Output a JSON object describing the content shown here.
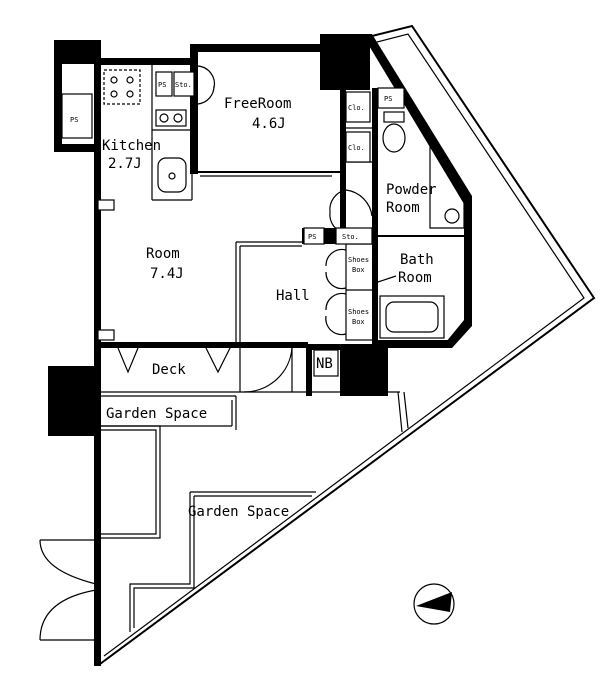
{
  "rooms": {
    "free_room": "FreeRoom",
    "free_room_size": "4.6J",
    "kitchen": "Kitchen",
    "kitchen_size": "2.7J",
    "room": "Room",
    "room_size": "7.4J",
    "hall": "Hall",
    "powder_room_1": "Powder",
    "powder_room_2": "Room",
    "bath_room_1": "Bath",
    "bath_room_2": "Room",
    "deck": "Deck",
    "garden_space_1": "Garden Space",
    "garden_space_2": "Garden Space",
    "nb": "NB"
  },
  "small_labels": {
    "ps_left": "PS",
    "ps_kitchen": "PS",
    "ps_top_right": "PS",
    "ps_hall": "PS",
    "sto_top": "Sto.",
    "sto_hall": "Sto.",
    "clo_1": "Clo.",
    "clo_2": "Clo.",
    "shoes_box_1a": "Shoes",
    "shoes_box_1b": "Box",
    "shoes_box_2a": "Shoes",
    "shoes_box_2b": "Box"
  },
  "icons": {
    "compass": "north-arrow-icon",
    "stove": "stove-icon",
    "sink": "sink-icon",
    "toilet": "toilet-icon",
    "bathtub": "bathtub-icon",
    "washbasin": "washbasin-icon"
  }
}
